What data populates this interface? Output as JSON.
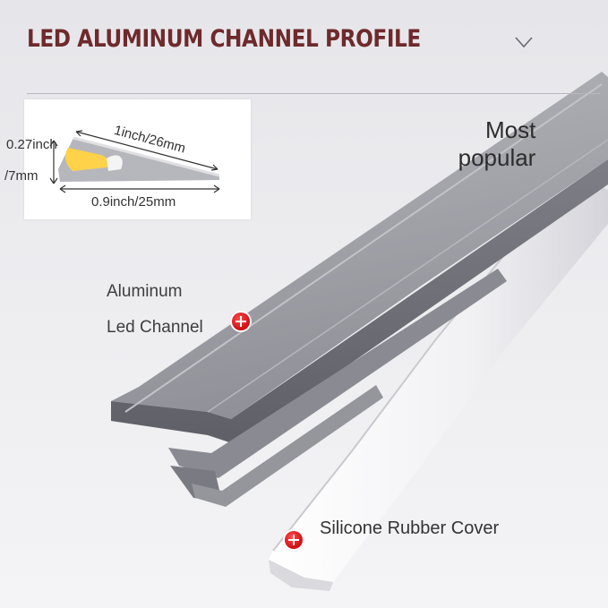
{
  "header": {
    "title": "LED ALUMINUM CHANNEL PROFILE",
    "chevron_icon": "chevron-down-icon"
  },
  "dimension_card": {
    "width_top": "1inch/26mm",
    "width_bottom": "0.9inch/25mm",
    "height_line1": "0.27inch",
    "height_line2": "/7mm",
    "led_color": "#ffd24a"
  },
  "badge": {
    "line1": "Most",
    "line2": "popular"
  },
  "callouts": {
    "channel_line1": "Aluminum",
    "channel_line2": "Led Channel",
    "cover": "Silicone Rubber Cover"
  },
  "colors": {
    "title": "#6e2a2c",
    "aluminum": "#9c9ca4",
    "cover": "#f6f6f8",
    "marker": "#e3161b"
  }
}
